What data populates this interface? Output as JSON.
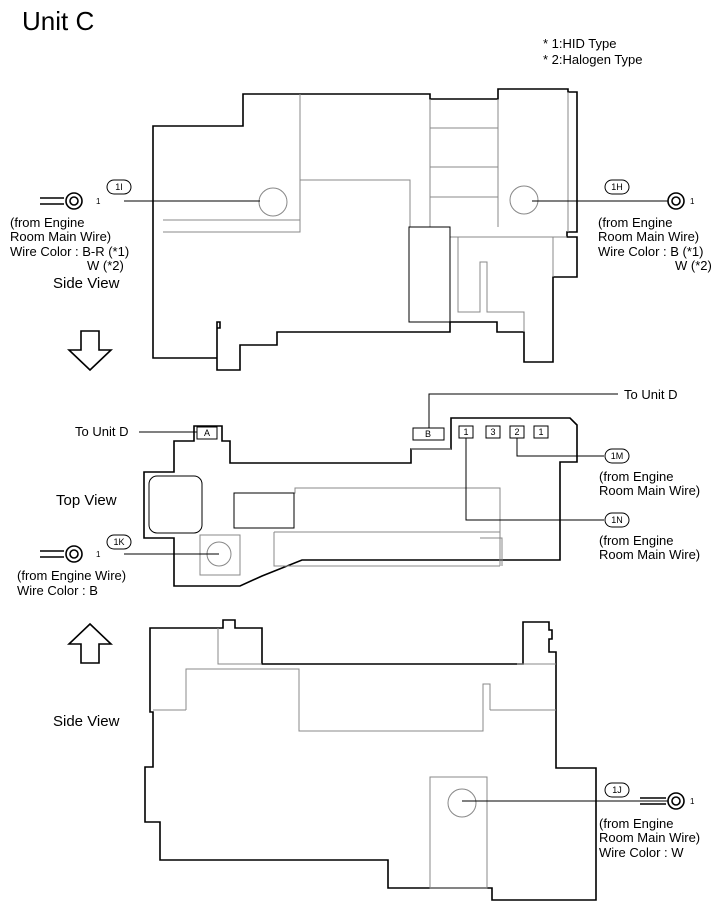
{
  "title": "Unit C",
  "notes": [
    "* 1:HID Type",
    "* 2:Halogen Type"
  ],
  "views": {
    "side_top": "Side View",
    "top": "Top View",
    "side_bottom": "Side View"
  },
  "terminals": {
    "t1I": {
      "tag": "1I",
      "pin": "1",
      "lines": [
        "(from Engine",
        "Room Main Wire)",
        "Wire Color : B-R (*1)",
        "W (*2)"
      ]
    },
    "t1H": {
      "tag": "1H",
      "pin": "1",
      "lines": [
        "(from Engine",
        "Room Main Wire)",
        "Wire Color : B (*1)",
        "W (*2)"
      ]
    },
    "t1K": {
      "tag": "1K",
      "pin": "1",
      "lines": [
        "(from Engine Wire)",
        "Wire Color : B"
      ]
    },
    "t1J": {
      "tag": "1J",
      "pin": "1",
      "lines": [
        "(from Engine",
        "Room Main Wire)",
        "Wire Color : W"
      ]
    }
  },
  "connectors": {
    "to_unit_d_left": "To Unit D",
    "to_unit_d_right": "To Unit D",
    "box_a": "A",
    "box_b": "B",
    "pins": [
      "1",
      "3",
      "2",
      "1"
    ],
    "c1M": {
      "tag": "1M",
      "lines": [
        "(from Engine",
        "Room Main Wire)"
      ]
    },
    "c1N": {
      "tag": "1N",
      "lines": [
        "(from Engine",
        "Room Main Wire)"
      ]
    }
  }
}
